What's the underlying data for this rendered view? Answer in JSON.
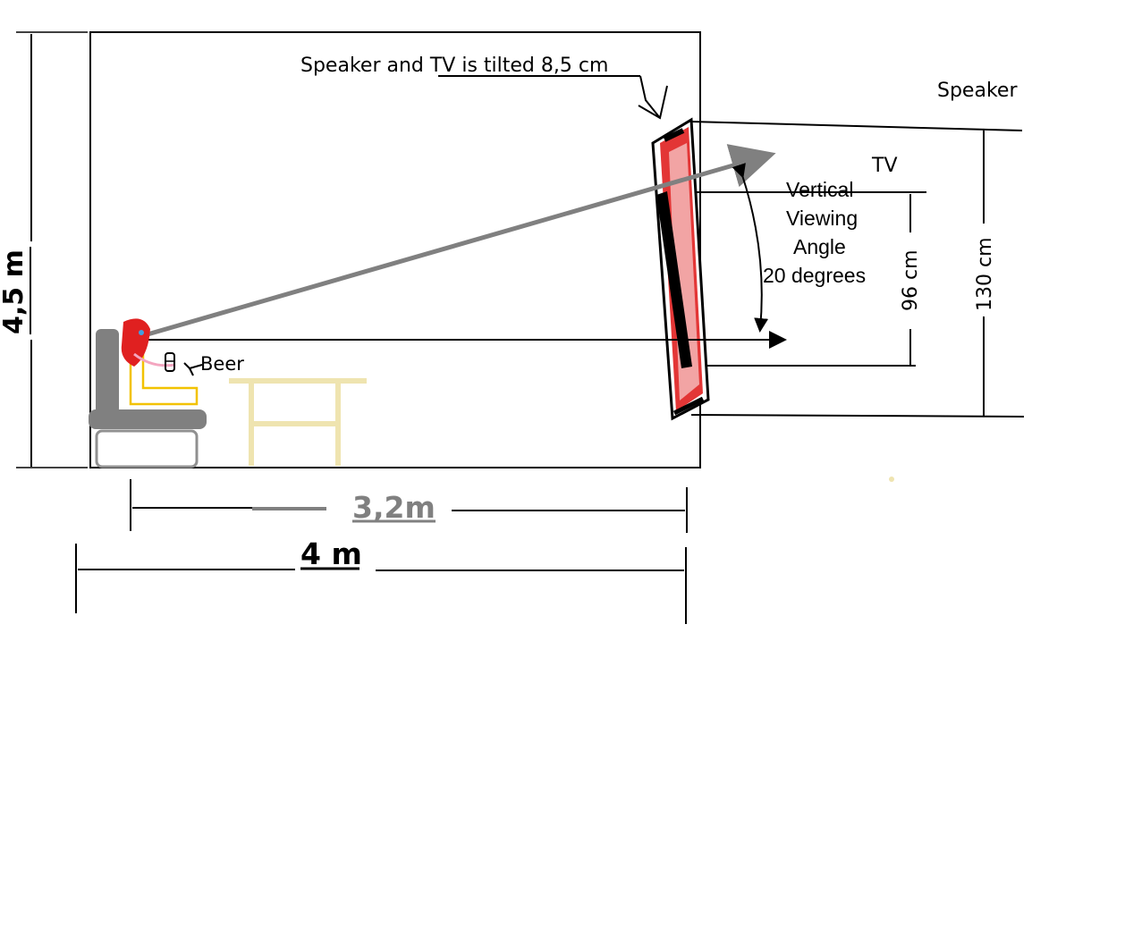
{
  "labels": {
    "tilt_note": "Speaker and TV is tilted 8,5 cm",
    "speaker": "Speaker",
    "tv": "TV",
    "viewing_angle_lines": [
      "Vertical",
      "Viewing",
      "Angle",
      "20 degrees"
    ],
    "tv_height": "96 cm",
    "speaker_height": "130 cm",
    "beer": "Beer",
    "room_height": "4,5 m",
    "viewing_distance": "3,2m",
    "room_width": "4 m"
  },
  "colors": {
    "room_outline": "#000000",
    "sightline": "#808080",
    "speaker_fill": "#e02020",
    "tv_panel": "#000000",
    "chair": "#808080",
    "table": "#efe4b0",
    "seat": "#f2c200",
    "distance_label": "#808080"
  }
}
